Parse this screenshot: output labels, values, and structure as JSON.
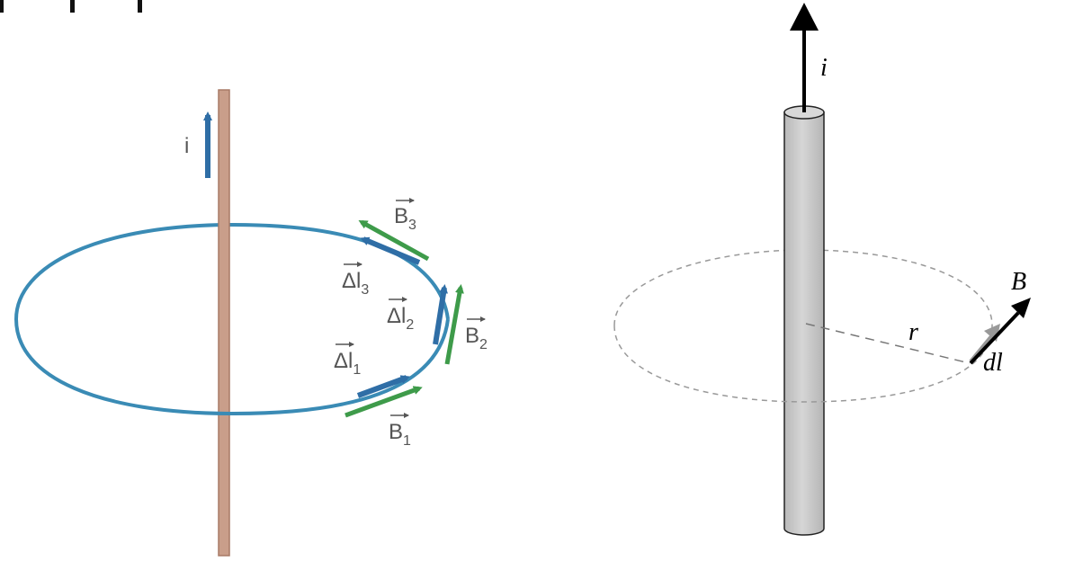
{
  "colors": {
    "loop": "#3a8bb5",
    "wire_left": "#c99e8a",
    "wire_left_edge": "#a87a66",
    "dl_arrow": "#2f6ea6",
    "b_arrow": "#3e9b4a",
    "label": "#555555",
    "cylinder": "#cccccc",
    "dark": "#111111"
  },
  "left_diagram": {
    "current_label": "i",
    "vectors": {
      "b3": {
        "base": "B",
        "sub": "3"
      },
      "b2": {
        "base": "B",
        "sub": "2"
      },
      "b1": {
        "base": "B",
        "sub": "1"
      },
      "dl3": {
        "base": "Δl",
        "sub": "3"
      },
      "dl2": {
        "base": "Δl",
        "sub": "2"
      },
      "dl1": {
        "base": "Δl",
        "sub": "1"
      }
    }
  },
  "right_diagram": {
    "current_label": "i",
    "field_label": "B",
    "radius_label": "r",
    "element_label": "dl"
  }
}
